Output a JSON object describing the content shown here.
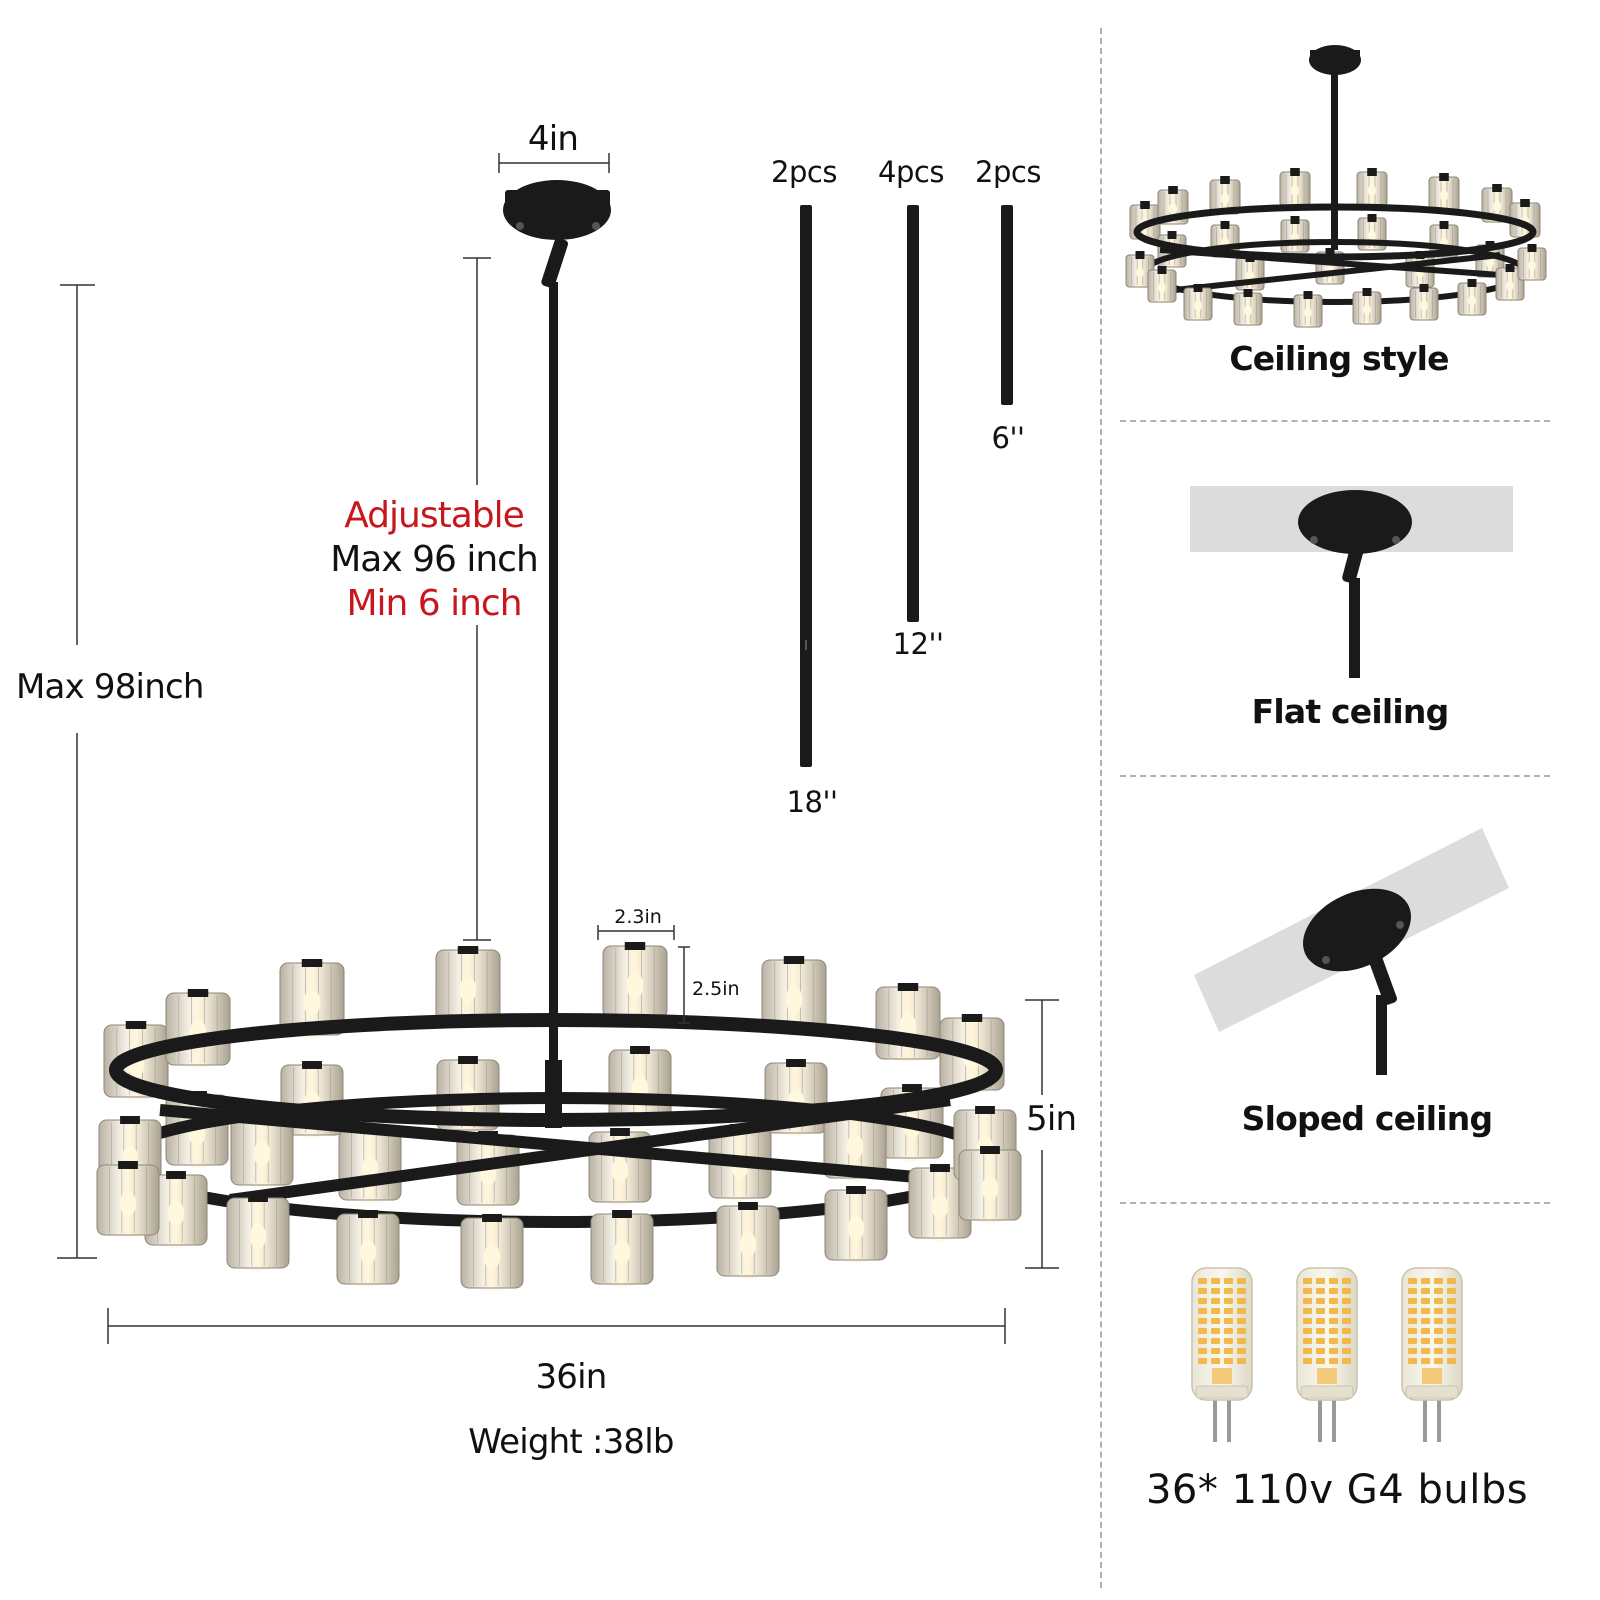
{
  "main": {
    "canopy_width": "4in",
    "adjustable": {
      "title": "Adjustable",
      "max": "Max 96 inch",
      "min": "Min 6 inch"
    },
    "overall_height": "Max 98inch",
    "rods": [
      {
        "qty": "2pcs",
        "length": "18''"
      },
      {
        "qty": "4pcs",
        "length": "12''"
      },
      {
        "qty": "2pcs",
        "length": "6''"
      }
    ],
    "shade_width": "2.3in",
    "shade_height": "2.5in",
    "body_height": "5in",
    "diameter": "36in",
    "weight": "Weight :38lb"
  },
  "side": {
    "panels": [
      {
        "caption": "Ceiling style"
      },
      {
        "caption": "Flat ceiling"
      },
      {
        "caption": "Sloped ceiling"
      }
    ],
    "bulbs_caption": "36* 110v G4 bulbs"
  },
  "colors": {
    "metal": "#1a1a1a",
    "accent_red": "#c8161d",
    "glass": "#d9d3c6",
    "glow": "#f6e3b4",
    "bulb_led": "#f3b84a",
    "ceiling_gray": "#dcdcdc"
  },
  "icons": {
    "chandelier": "round-chandelier-illustration",
    "canopy": "ceiling-canopy-illustration",
    "bulb": "g4-led-bulb-icon"
  }
}
